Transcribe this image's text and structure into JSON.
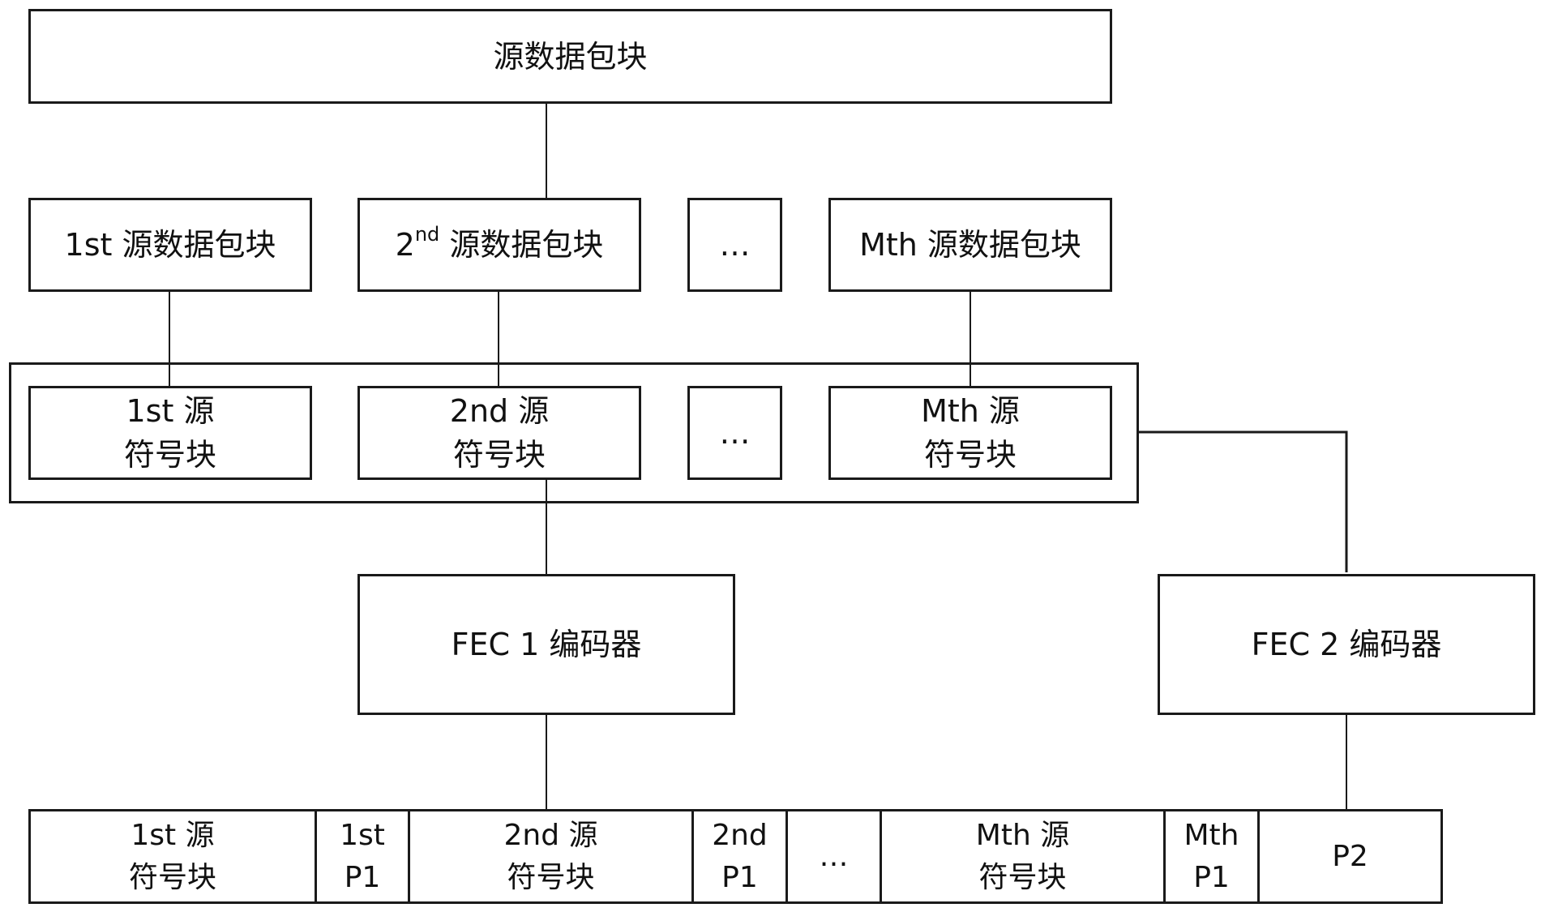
{
  "top": {
    "label": "源数据包块"
  },
  "packet_blocks": {
    "first": "1st 源数据包块",
    "second_num": "2",
    "second_sup": "nd",
    "second_rest": " 源数据包块",
    "ellipsis": "…",
    "mth": "Mth 源数据包块"
  },
  "symbol_blocks": {
    "first_l1": "1st 源",
    "first_l2": "符号块",
    "second_l1": "2nd 源",
    "second_l2": "符号块",
    "ellipsis": "…",
    "mth_l1": "Mth 源",
    "mth_l2": "符号块"
  },
  "encoders": {
    "fec1": "FEC 1 编码器",
    "fec2": "FEC 2 编码器"
  },
  "output": {
    "c1_l1": "1st 源",
    "c1_l2": "符号块",
    "c2_l1": "1st",
    "c2_l2": "P1",
    "c3_l1": "2nd 源",
    "c3_l2": "符号块",
    "c4_l1": "2nd",
    "c4_l2": "P1",
    "c5": "…",
    "c6_l1": "Mth 源",
    "c6_l2": "符号块",
    "c7_l1": "Mth",
    "c7_l2": "P1",
    "c8": "P2"
  }
}
